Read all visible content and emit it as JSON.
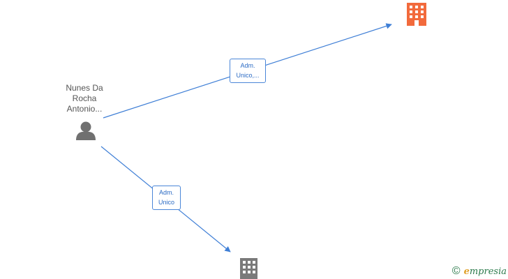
{
  "person": {
    "name_lines": [
      "Nunes Da",
      "Rocha",
      "Antonio..."
    ],
    "icon": "person-icon"
  },
  "companies": [
    {
      "icon": "building-icon",
      "color": "#f26a3c",
      "highlighted": true
    },
    {
      "icon": "building-icon",
      "color": "#7a7a7a",
      "highlighted": false
    }
  ],
  "edges": [
    {
      "from": "person",
      "to": "company-1",
      "label_lines": [
        "Adm.",
        "Unico,..."
      ]
    },
    {
      "from": "person",
      "to": "company-2",
      "label_lines": [
        "Adm.",
        "Unico"
      ]
    }
  ],
  "colors": {
    "edge": "#3f7fd6",
    "person": "#707070"
  },
  "brand": {
    "copyright": "©",
    "initial": "e",
    "rest": "mpresia"
  }
}
